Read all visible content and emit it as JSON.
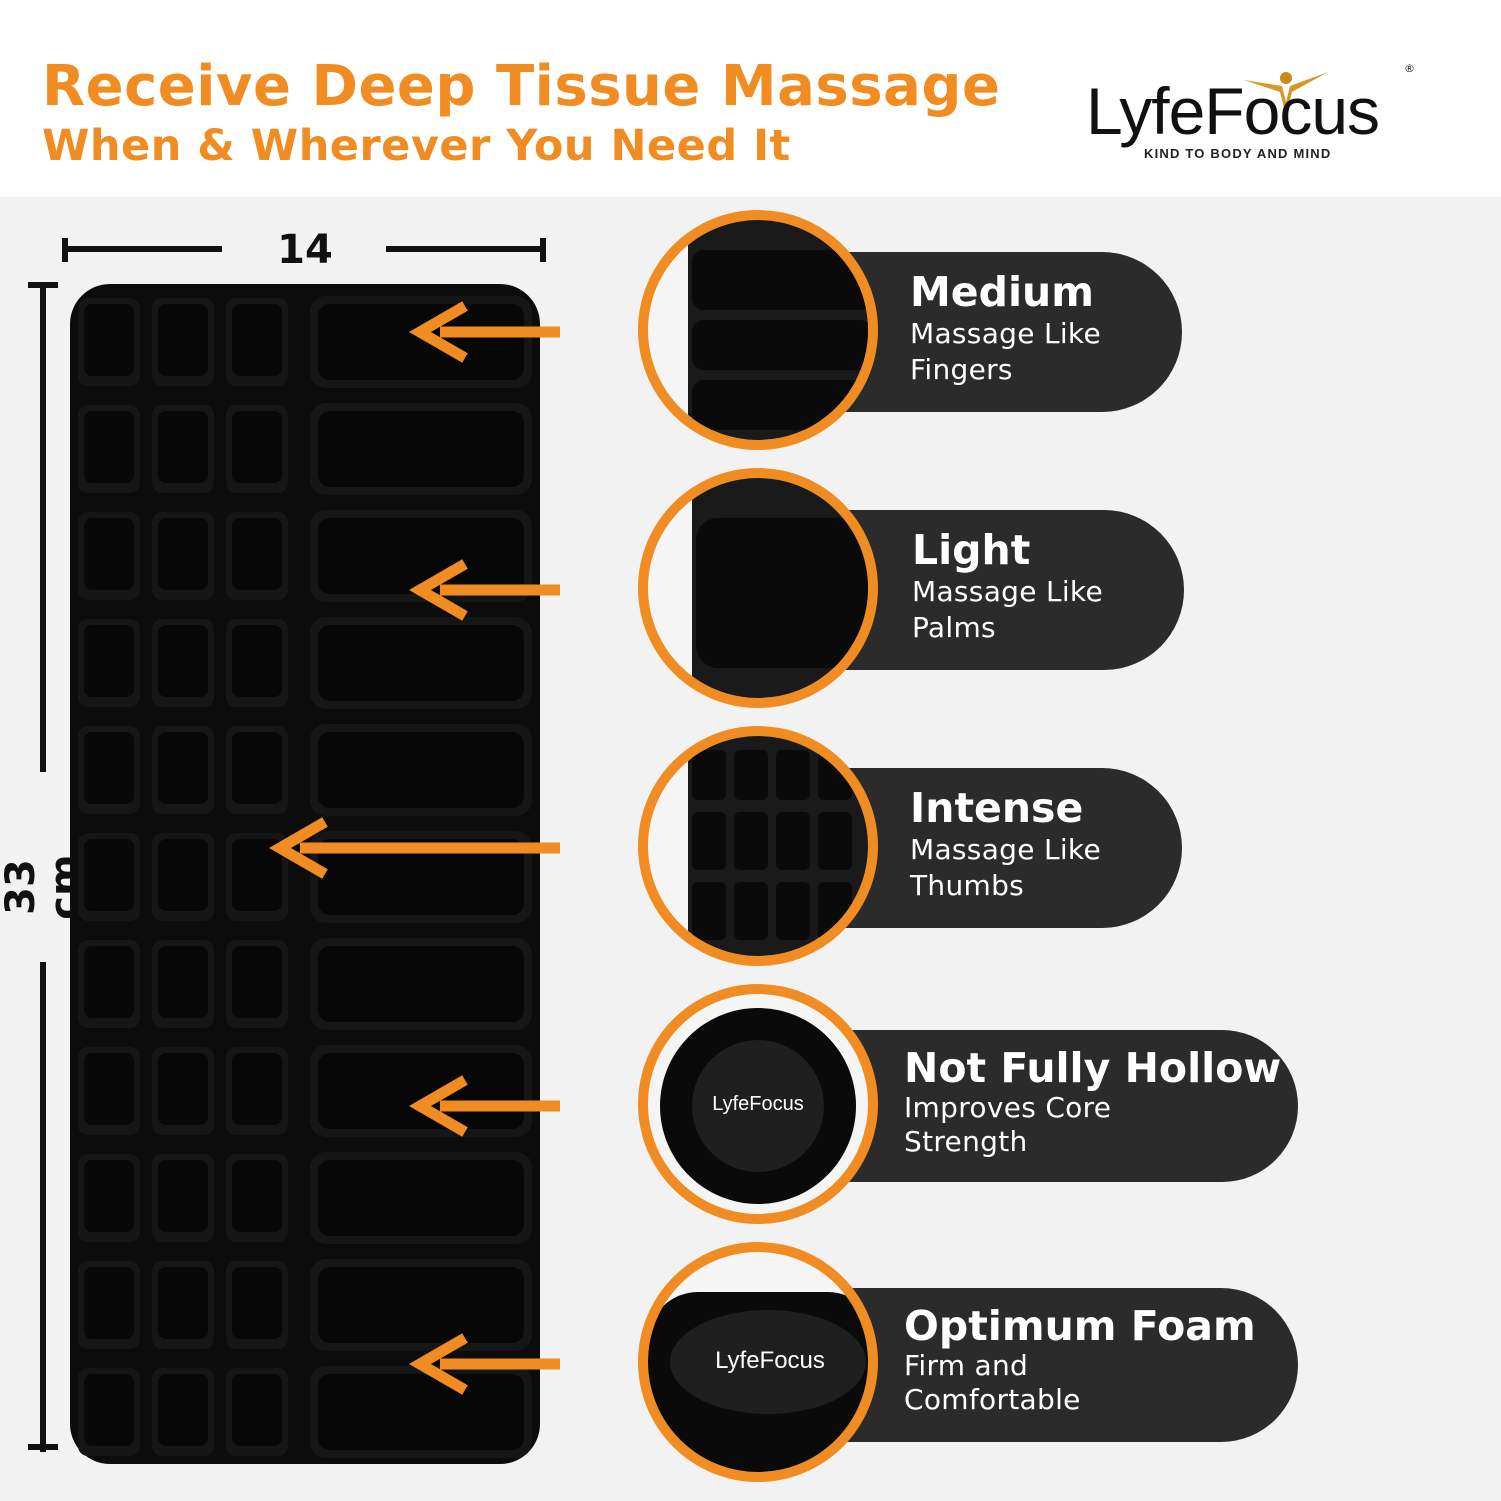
{
  "header": {
    "headline": "Receive Deep Tissue Massage",
    "subheadline": "When & Wherever You Need It"
  },
  "logo": {
    "wordmark": "LyfeFocus",
    "tagline": "KIND TO BODY AND MIND",
    "registered": "®"
  },
  "dimensions": {
    "width": "14 cm",
    "height": "33 cm"
  },
  "features": [
    {
      "title": "Medium",
      "line1": "Massage Like",
      "line2": "Fingers"
    },
    {
      "title": "Light",
      "line1": "Massage Like",
      "line2": "Palms"
    },
    {
      "title": "Intense",
      "line1": "Massage Like",
      "line2": "Thumbs"
    },
    {
      "title": "Not Fully Hollow",
      "line1": "Improves Core",
      "line2": "Strength"
    },
    {
      "title": "Optimum Foam",
      "line1": "Firm  and",
      "line2": "Comfortable"
    }
  ],
  "colors": {
    "accent": "#f08c22",
    "pill": "#2b2b2b",
    "roller": "#0c0c0c"
  }
}
